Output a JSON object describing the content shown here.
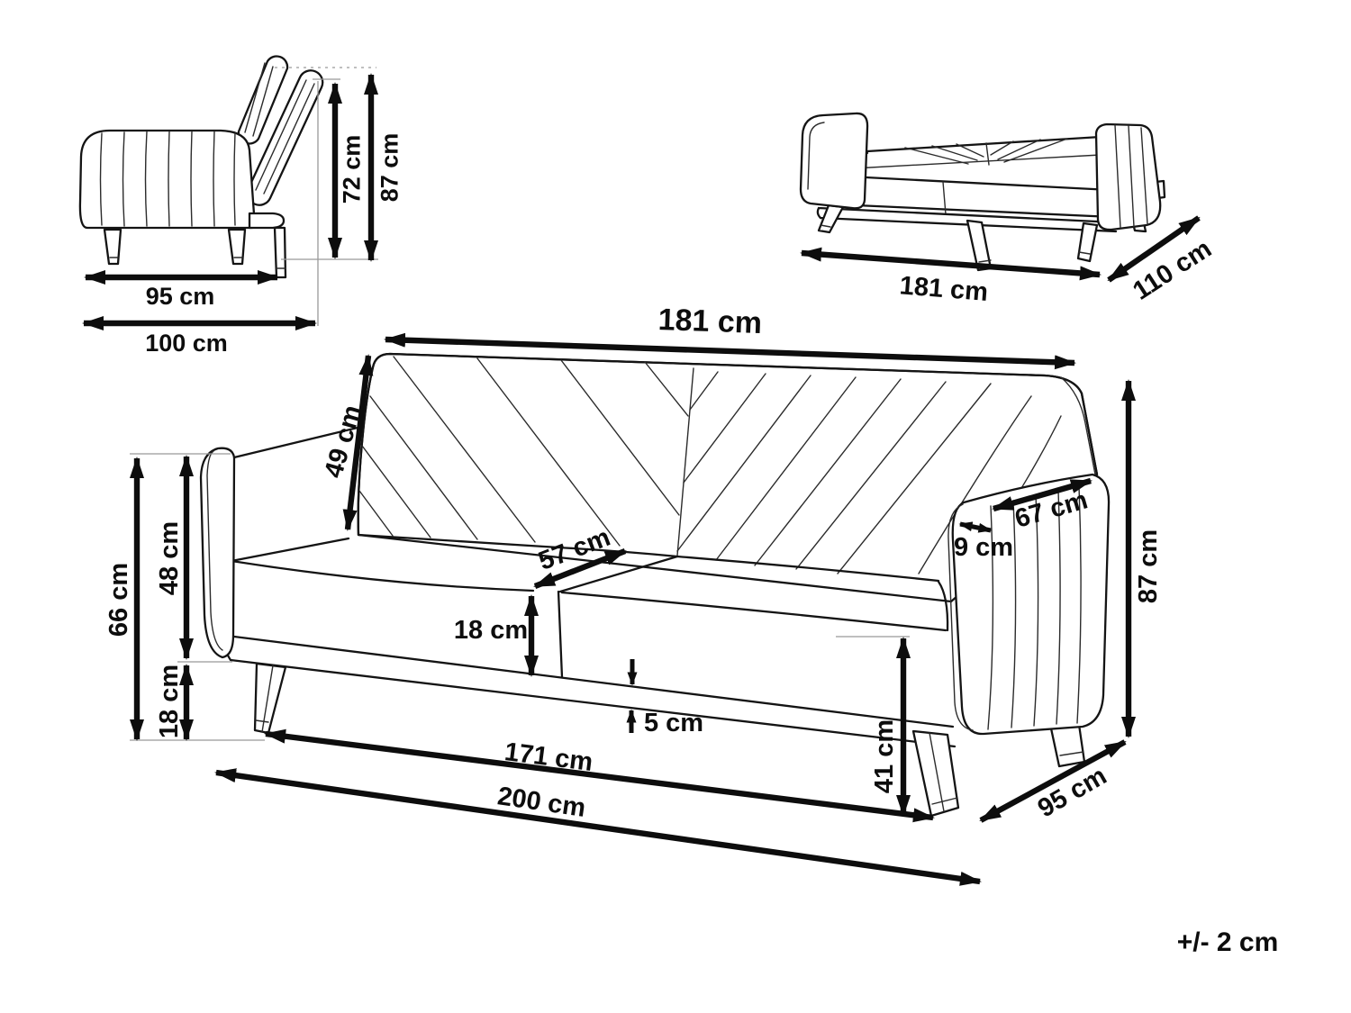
{
  "background": "#ffffff",
  "ink_color": "#0d0d0d",
  "tolerance_note": "+/- 2 cm",
  "side_view": {
    "seat_depth": "95 cm",
    "total_depth": "100 cm",
    "backrest_height": "72 cm",
    "total_height": "87 cm"
  },
  "bed_view": {
    "bed_length": "181 cm",
    "bed_depth": "110 cm"
  },
  "main_view": {
    "width": "181 cm",
    "backrest_length": "49 cm",
    "armrest_height_from_floor": "66 cm",
    "armrest_upper_height": "48 cm",
    "under_frame_clearance": "18 cm",
    "seat_cushion_depth": "57 cm",
    "seat_cushion_thickness": "18 cm",
    "base_frame_thickness": "5 cm",
    "inner_width": "171 cm",
    "total_width": "200 cm",
    "seat_height": "41 cm",
    "depth": "95 cm",
    "armrest_length": "67 cm",
    "armrest_width": "9 cm",
    "total_height": "87 cm"
  }
}
